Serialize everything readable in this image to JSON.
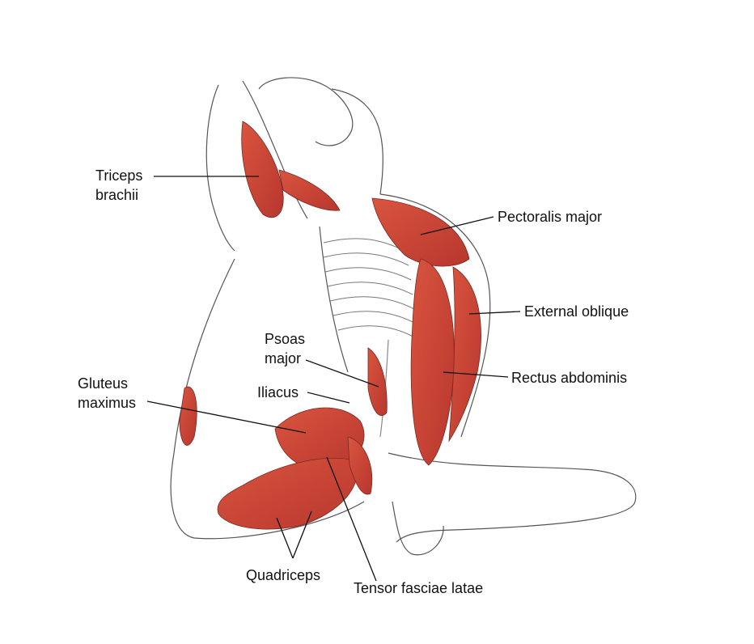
{
  "labels": {
    "triceps_line1": "Triceps",
    "triceps_line2": "brachii",
    "pectoralis": "Pectoralis major",
    "external_oblique": "External oblique",
    "psoas_line1": "Psoas",
    "psoas_line2": "major",
    "rectus": "Rectus abdominis",
    "iliacus": "Iliacus",
    "gluteus_line1": "Gluteus",
    "gluteus_line2": "maximus",
    "quadriceps": "Quadriceps",
    "tensor": "Tensor fasciae latae"
  },
  "colors": {
    "muscle": "#c8443a",
    "muscle_light": "#e07a6a",
    "outline": "#555555",
    "leader": "#111111"
  }
}
